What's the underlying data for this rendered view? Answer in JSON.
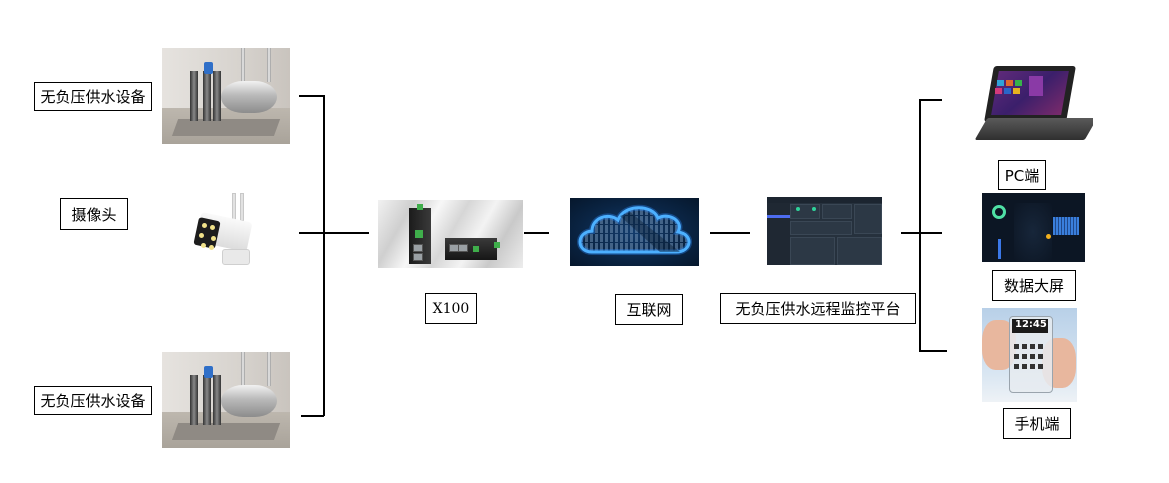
{
  "diagram": {
    "type": "network-topology",
    "left_devices": [
      {
        "label": "无负压供水设备",
        "image": "water-supply-equipment-photo"
      },
      {
        "label": "摄像头",
        "image": "camera-photo"
      },
      {
        "label": "无负压供水设备",
        "image": "water-supply-equipment-photo"
      }
    ],
    "gateway": {
      "label": "X100",
      "image": "x100-gateway-photo"
    },
    "network": {
      "label": "互联网",
      "image": "cloud-icon-image"
    },
    "platform": {
      "label": "无负压供水远程监控平台",
      "image": "platform-screenshot"
    },
    "clients": [
      {
        "label": "PC端",
        "image": "laptop-photo"
      },
      {
        "label": "数据大屏",
        "image": "dashboard-screenshot"
      },
      {
        "label": "手机端",
        "image": "phone-photo"
      }
    ],
    "connections": [
      [
        "无负压供水设备",
        "X100"
      ],
      [
        "摄像头",
        "X100"
      ],
      [
        "无负压供水设备",
        "X100"
      ],
      [
        "X100",
        "互联网"
      ],
      [
        "互联网",
        "无负压供水远程监控平台"
      ],
      [
        "无负压供水远程监控平台",
        "PC端"
      ],
      [
        "无负压供水远程监控平台",
        "数据大屏"
      ],
      [
        "无负压供水远程监控平台",
        "手机端"
      ]
    ]
  },
  "phone_screen": {
    "time": "12:45"
  }
}
